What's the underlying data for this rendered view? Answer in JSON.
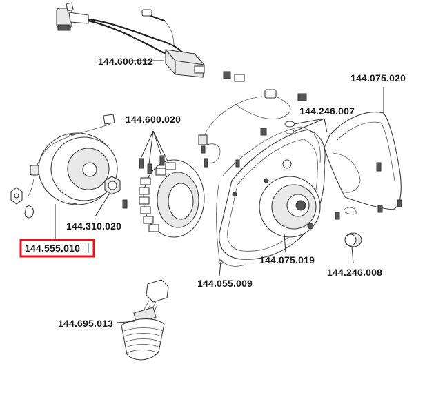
{
  "labels": {
    "ignition_coil": "144.600.012",
    "stator": "144.600.020",
    "cover": "144.075.020",
    "plug_o_ring": "144.246.007",
    "nut": "144.310.020",
    "flywheel": "144.555.010",
    "housing": "144.075.019",
    "gasket": "144.055.009",
    "cap": "144.246.008",
    "spark_plug_boot": "144.695.013"
  },
  "highlight": {
    "label_key": "flywheel",
    "color": "#e0141e"
  }
}
